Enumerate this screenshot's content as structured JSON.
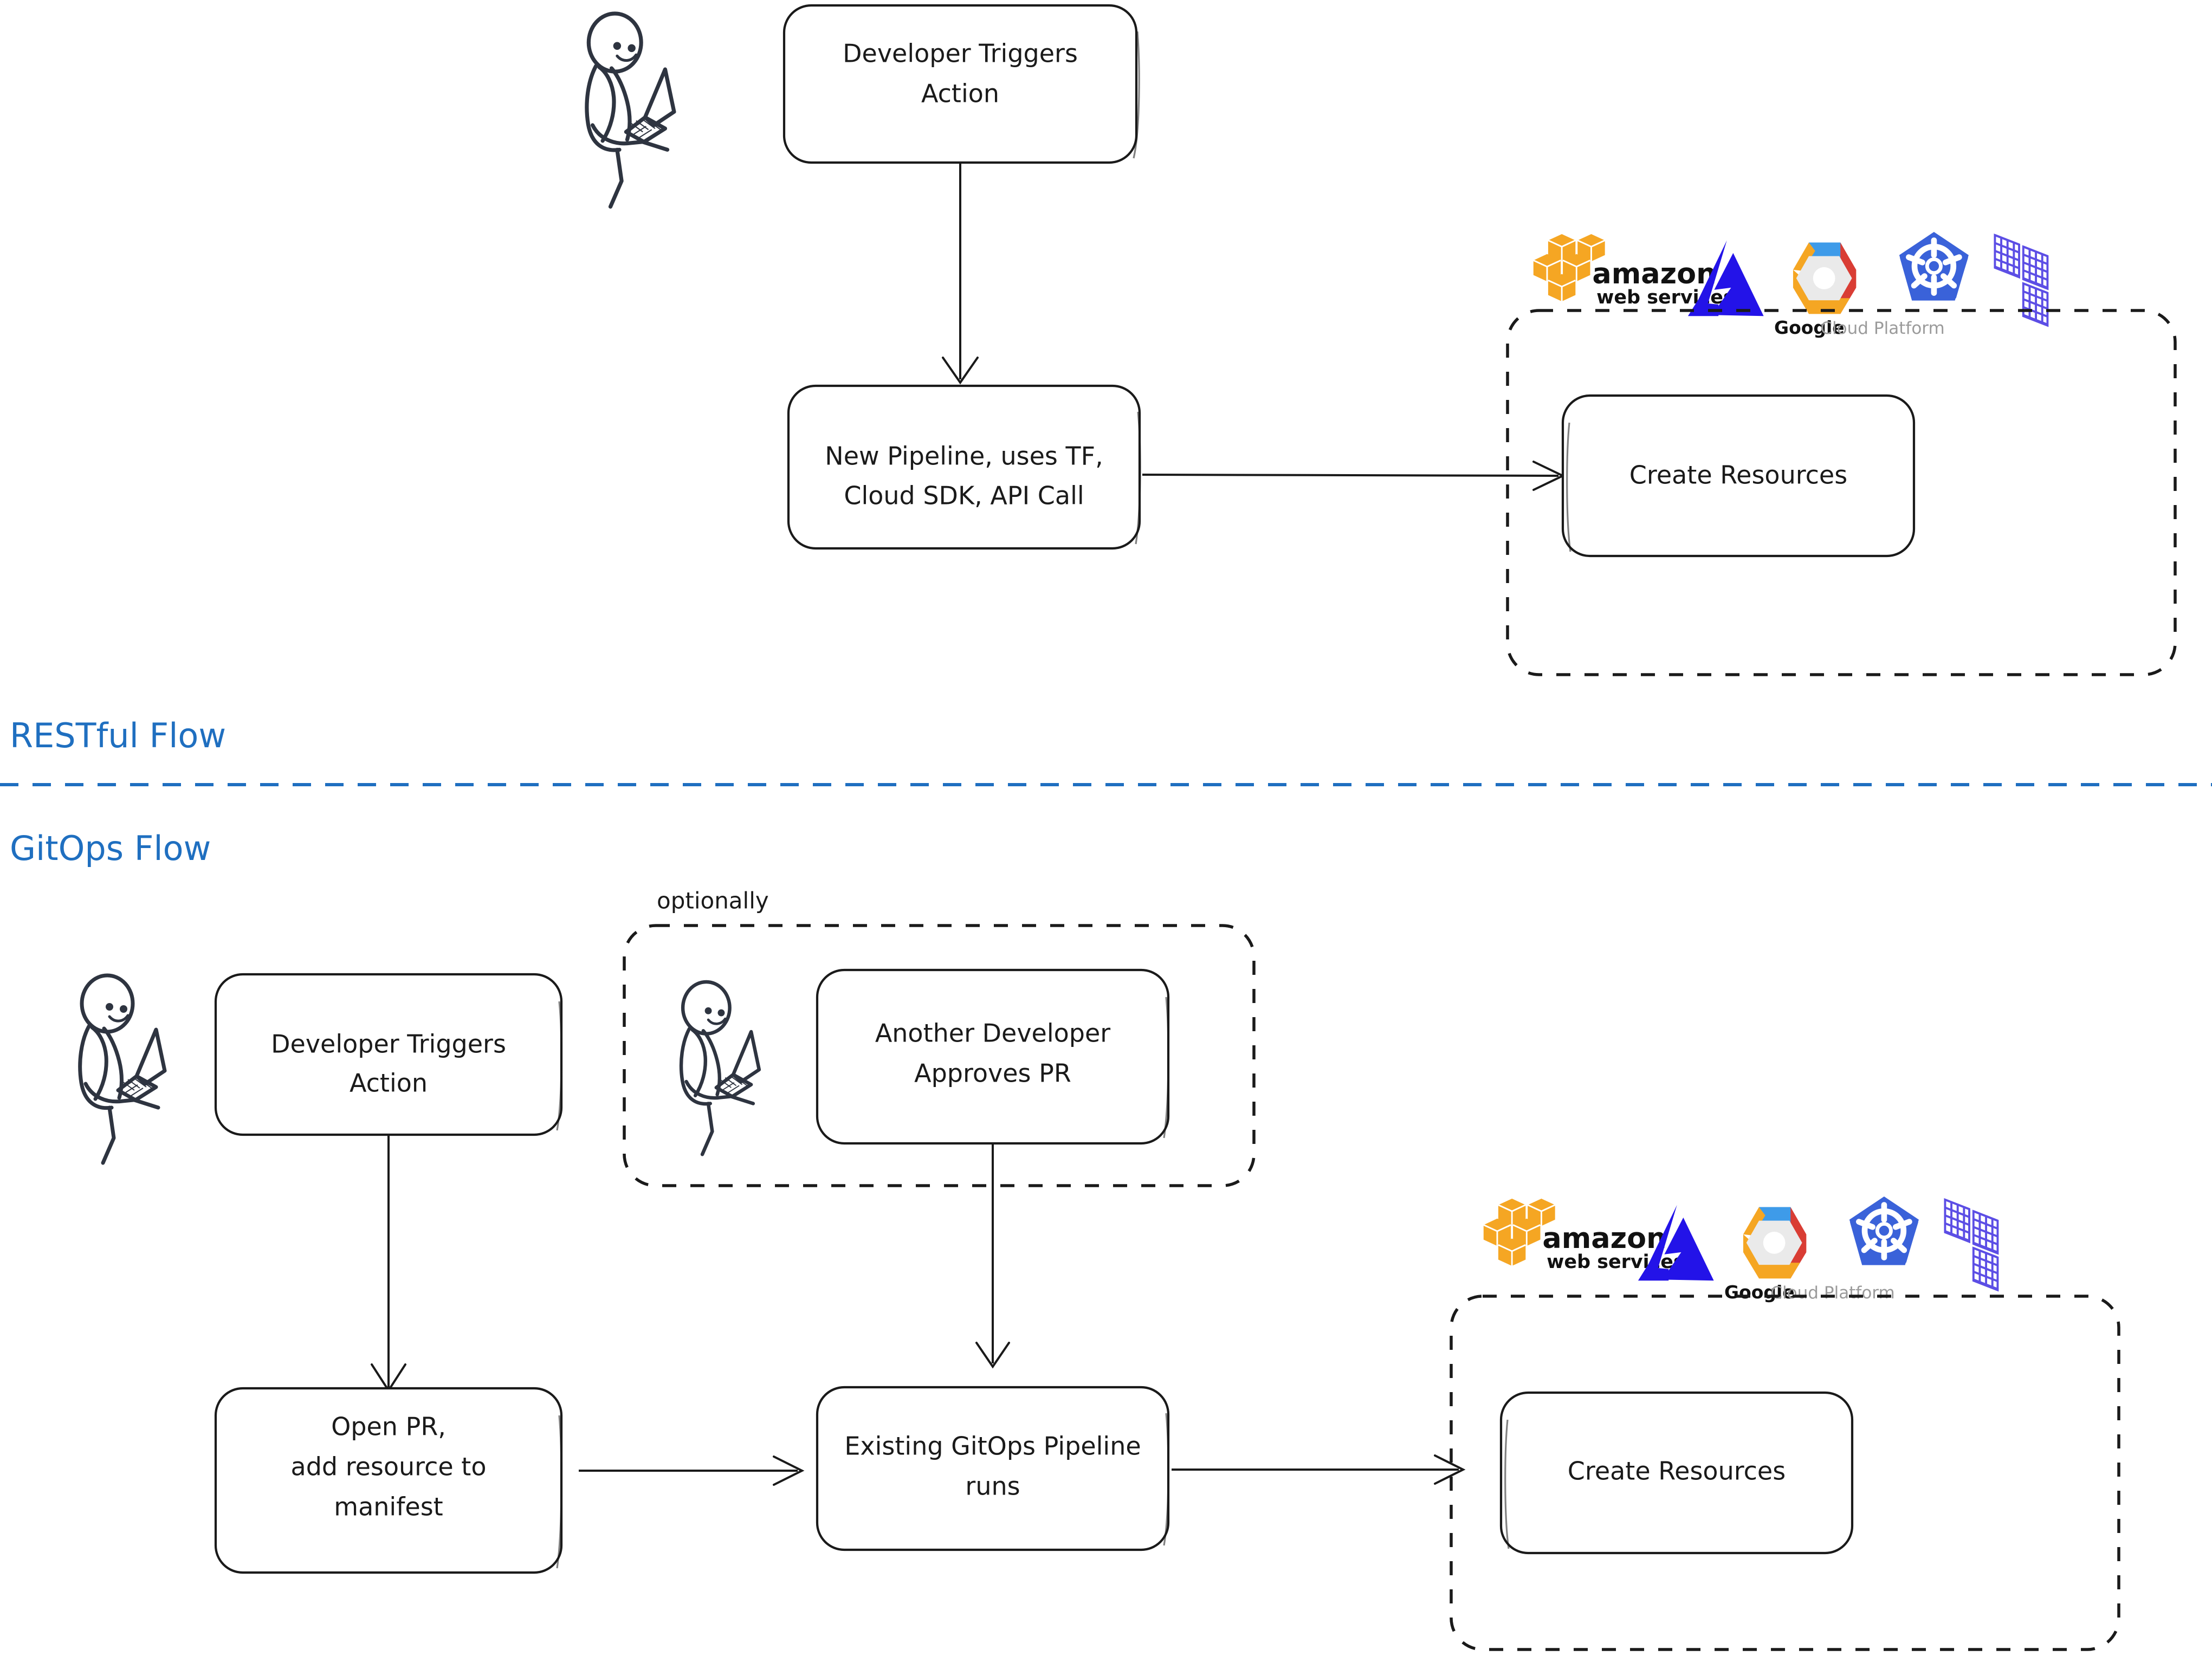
{
  "page": {
    "background": "#ffffff",
    "accent_blue": "#1F6FC0",
    "ink": "#1a1a1a"
  },
  "sections": [
    {
      "id": "restful",
      "title": "RESTful Flow"
    },
    {
      "id": "gitops",
      "title": "GitOps Flow"
    }
  ],
  "restful_flow": {
    "nodes": {
      "developer_triggers": "Developer Triggers\nAction",
      "developer_triggers_line1": "Developer Triggers",
      "developer_triggers_line2": "Action",
      "new_pipeline_line1": "New Pipeline, uses TF,",
      "new_pipeline_line2": "Cloud SDK, API Call",
      "create_resources": "Create Resources"
    },
    "actor": "developer-at-laptop"
  },
  "gitops_flow": {
    "nodes": {
      "developer_triggers_line1": "Developer Triggers",
      "developer_triggers_line2": "Action",
      "another_developer_line1": "Another Developer",
      "another_developer_line2": "Approves PR",
      "open_pr_line1": "Open PR,",
      "open_pr_line2": "add resource to",
      "open_pr_line3": "manifest",
      "existing_pipeline_line1": "Existing GitOps Pipeline",
      "existing_pipeline_line2": "runs",
      "create_resources": "Create Resources"
    },
    "annotations": {
      "optionally": "optionally"
    }
  },
  "cloud_logos": [
    {
      "id": "aws",
      "name": "amazon web services",
      "line1": "amazon",
      "line2": "web services",
      "color": "#F5A623"
    },
    {
      "id": "azure",
      "name": "Azure",
      "line1": "",
      "line2": "",
      "color": "#2313E8"
    },
    {
      "id": "gcp",
      "name": "Google Cloud Platform",
      "line1": "Google",
      "line2": "Cloud Platform",
      "color": "#4285F4"
    },
    {
      "id": "kubernetes",
      "name": "Kubernetes",
      "line1": "",
      "line2": "",
      "color": "#3A62D9"
    },
    {
      "id": "terraform",
      "name": "Terraform",
      "line1": "",
      "line2": "",
      "color": "#5C4EE5"
    }
  ]
}
